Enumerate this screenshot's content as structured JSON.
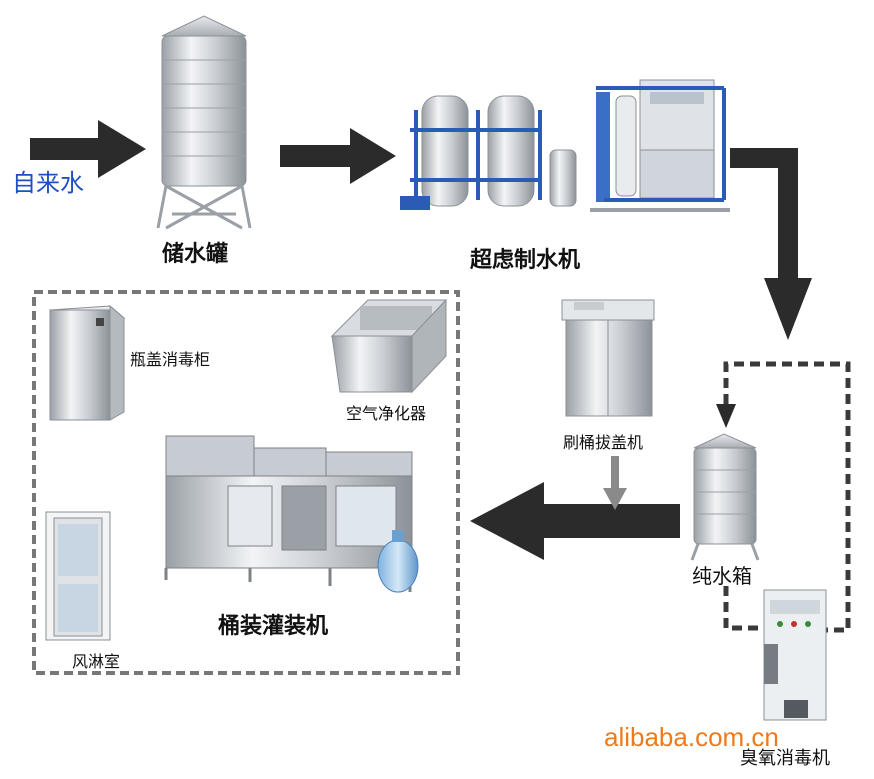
{
  "labels": {
    "tap_water": "自来水",
    "storage_tank": "储水罐",
    "uf_machine": "超虑制水机",
    "cap_disinfection": "瓶盖消毒柜",
    "air_purifier": "空气净化器",
    "bucket_washer": "刷桶拔盖机",
    "pure_water_tank": "纯水箱",
    "filling_machine": "桶装灌装机",
    "air_shower": "风淋室",
    "ozone_machine": "臭氧消毒机"
  },
  "watermark": "alibaba.com.cn",
  "colors": {
    "arrow": "#2b2b2b",
    "dashed_line": "#3a3a3a",
    "tap_water_text": "#1f4fc4",
    "watermark_text": "#f07a1a"
  }
}
